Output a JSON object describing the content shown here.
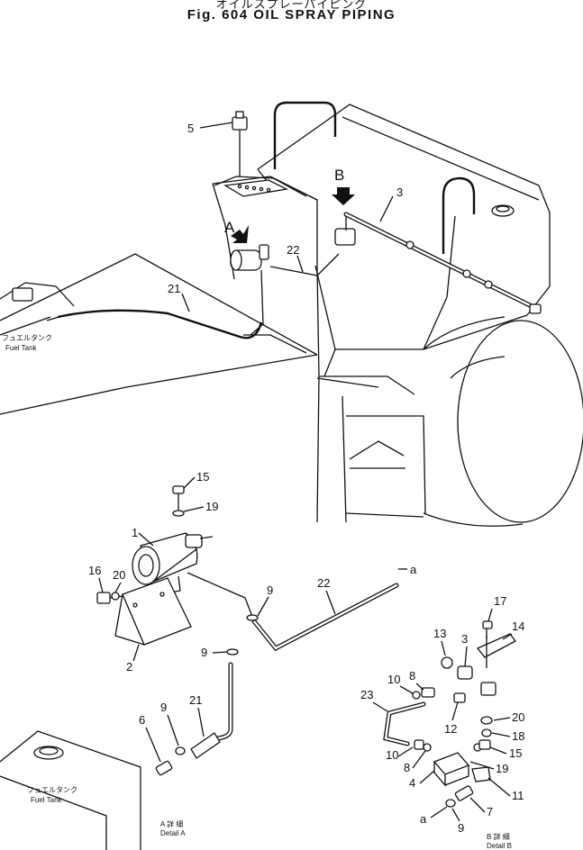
{
  "header": {
    "jp_title": "オイルスプレーパイピング",
    "fig_title": "Fig. 604 OIL SPRAY PIPING"
  },
  "views": {
    "A": "A",
    "B": "B"
  },
  "tank_labels": {
    "jp": "フュエルタンク",
    "en": "Fuel Tank"
  },
  "details": {
    "a_jp": "A 詳 細",
    "a_en": "Detail A",
    "b_jp": "B 詳 細",
    "b_en": "Detail B"
  },
  "connection_mark": "a",
  "callouts": {
    "c1": "1",
    "c2": "2",
    "c3": "3",
    "c3b": "3",
    "c4": "4",
    "c5": "5",
    "c6": "6",
    "c7": "7",
    "c8": "8",
    "c8b": "8",
    "c9": "9",
    "c9b": "9",
    "c9c": "9",
    "c9d": "9",
    "c10": "10",
    "c10b": "10",
    "c11": "11",
    "c12": "12",
    "c13": "13",
    "c14": "14",
    "c15": "15",
    "c15b": "15",
    "c16": "16",
    "c17": "17",
    "c18": "18",
    "c19": "19",
    "c19b": "19",
    "c20": "20",
    "c20b": "20",
    "c21": "21",
    "c21b": "21",
    "c22": "22",
    "c22b": "22",
    "c23": "23"
  }
}
